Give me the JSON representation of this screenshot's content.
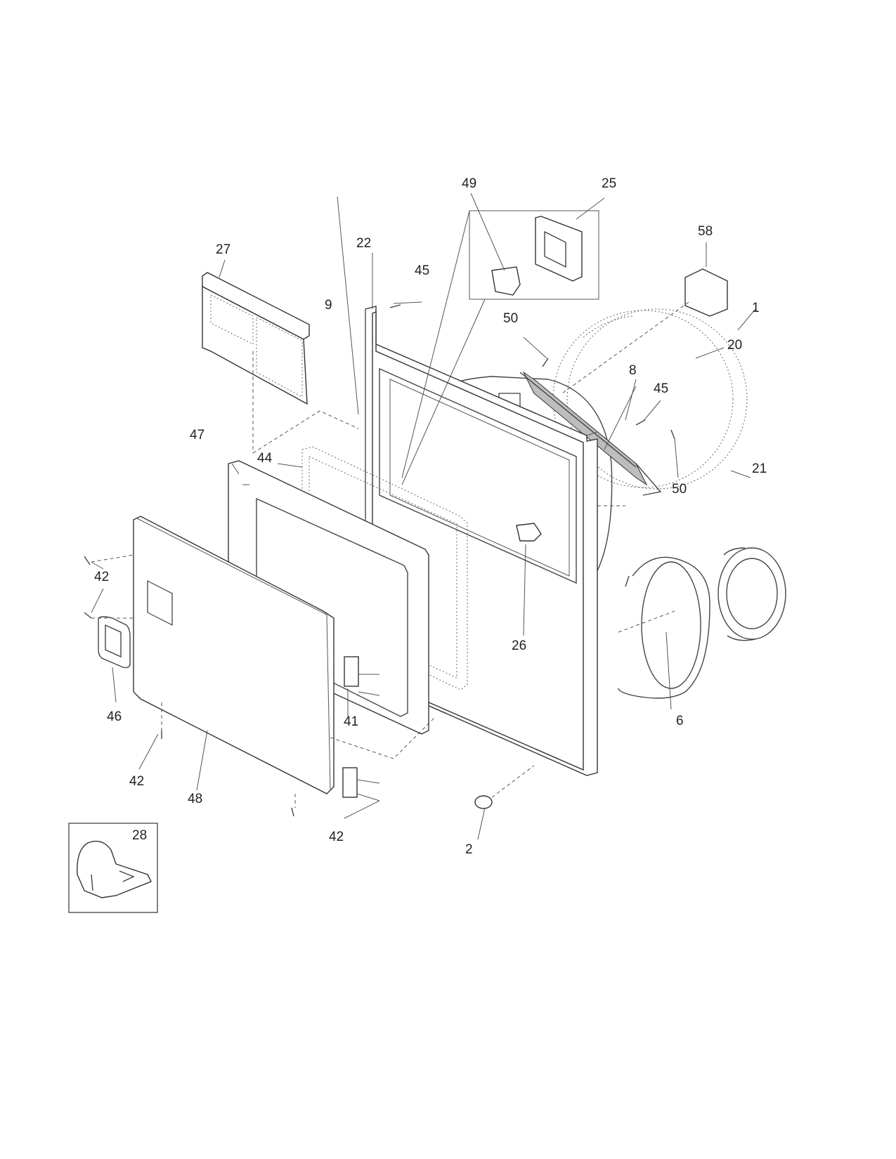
{
  "labels": {
    "p1": "1",
    "p2": "2",
    "p6": "6",
    "p8": "8",
    "p9": "9",
    "p20": "20",
    "p21": "21",
    "p22": "22",
    "p25": "25",
    "p26": "26",
    "p27": "27",
    "p28": "28",
    "p41": "41",
    "p42a": "42",
    "p42b": "42",
    "p42c": "42",
    "p44": "44",
    "p45a": "45",
    "p45b": "45",
    "p46": "46",
    "p47": "47",
    "p48": "48",
    "p49": "49",
    "p50a": "50",
    "p50b": "50",
    "p58": "58"
  }
}
